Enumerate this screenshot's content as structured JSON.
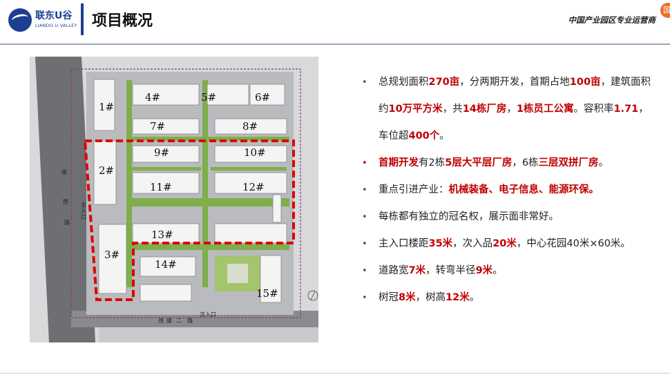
{
  "header": {
    "logo_name": "联东U谷",
    "logo_sub": "LIANDO U VALLEY",
    "title": "项目概况",
    "slogan": "中国产业园区专业运营商"
  },
  "map": {
    "buildings": [
      "1#",
      "2#",
      "3#",
      "4#",
      "5#",
      "6#",
      "7#",
      "8#",
      "9#",
      "10#",
      "11#",
      "12#",
      "13#",
      "14#",
      "15#"
    ],
    "main_entrance": "主入口",
    "secondary_entrance": "次入口",
    "road_vertical": [
      "侯",
      "西",
      "路"
    ],
    "road_bottom": [
      "茂",
      "盛",
      "二",
      "路"
    ]
  },
  "bullets": [
    {
      "segments": [
        {
          "text": "总规划面积",
          "hl": false
        },
        {
          "text": "270亩",
          "hl": true
        },
        {
          "text": "，分两期开发，首期占地",
          "hl": false
        },
        {
          "text": "100亩",
          "hl": true
        },
        {
          "text": "，建筑面积约",
          "hl": false
        },
        {
          "text": "10万平方米",
          "hl": true
        },
        {
          "text": "，共",
          "hl": false
        },
        {
          "text": "14栋厂房",
          "hl": true
        },
        {
          "text": "，",
          "hl": false
        },
        {
          "text": "1栋员工公寓",
          "hl": true
        },
        {
          "text": "。容积率",
          "hl": false
        },
        {
          "text": "1.71",
          "hl": true
        },
        {
          "text": "，车位超",
          "hl": false
        },
        {
          "text": "400个",
          "hl": true
        },
        {
          "text": "。",
          "hl": false
        }
      ]
    },
    {
      "red_dot": true,
      "segments": [
        {
          "text": "首期开发",
          "hl": true
        },
        {
          "text": "有2栋",
          "hl": false
        },
        {
          "text": "5层大平层厂房",
          "hl": true
        },
        {
          "text": "，6栋",
          "hl": false
        },
        {
          "text": "三层双拼厂房",
          "hl": true
        },
        {
          "text": "。",
          "hl": false
        }
      ]
    },
    {
      "segments": [
        {
          "text": "重点引进产业：",
          "hl": false
        },
        {
          "text": "机械装备、电子信息、能源环保。",
          "hl": true
        }
      ]
    },
    {
      "segments": [
        {
          "text": "每栋都有独立的冠名权，展示面非常好。",
          "hl": false
        }
      ]
    },
    {
      "segments": [
        {
          "text": "主入口楼距",
          "hl": false
        },
        {
          "text": "35米",
          "hl": true
        },
        {
          "text": "，次入品",
          "hl": false
        },
        {
          "text": "20米",
          "hl": true
        },
        {
          "text": "，中心花园40米×60米。",
          "hl": false
        }
      ]
    },
    {
      "segments": [
        {
          "text": "道路宽",
          "hl": false
        },
        {
          "text": "7米",
          "hl": true
        },
        {
          "text": "，转弯半径",
          "hl": false
        },
        {
          "text": "9米",
          "hl": true
        },
        {
          "text": "。",
          "hl": false
        }
      ]
    },
    {
      "segments": [
        {
          "text": "树冠",
          "hl": false
        },
        {
          "text": "8米",
          "hl": true
        },
        {
          "text": "，树高",
          "hl": false
        },
        {
          "text": "12米",
          "hl": true
        },
        {
          "text": "。",
          "hl": false
        }
      ]
    }
  ],
  "colors": {
    "brand": "#1d3f8f",
    "highlight": "#c00000",
    "phase_border": "#e00000",
    "site_border": "#8a3a7a",
    "green": "#7fae4a"
  }
}
